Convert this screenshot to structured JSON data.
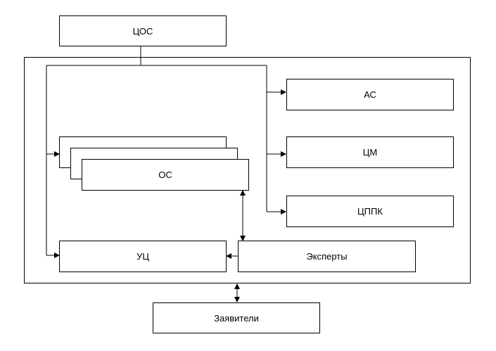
{
  "diagram": {
    "nodes": {
      "tsos": "ЦОС",
      "as": "АС",
      "tsm": "ЦМ",
      "tsppk": "ЦППК",
      "os": "ОС",
      "uts": "УЦ",
      "experts": "Эксперты",
      "applicants": "Заявители"
    }
  }
}
